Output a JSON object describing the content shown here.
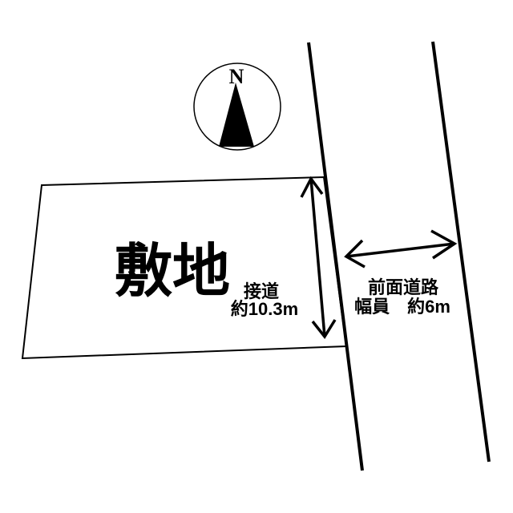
{
  "colors": {
    "ink": "#000000",
    "paper": "#ffffff"
  },
  "compass": {
    "north_label": "N"
  },
  "site": {
    "label": "敷地"
  },
  "frontage": {
    "label": "接道",
    "value": "約10.3m"
  },
  "front_road": {
    "name": "前面道路",
    "width_label": "幅員　約6m"
  }
}
